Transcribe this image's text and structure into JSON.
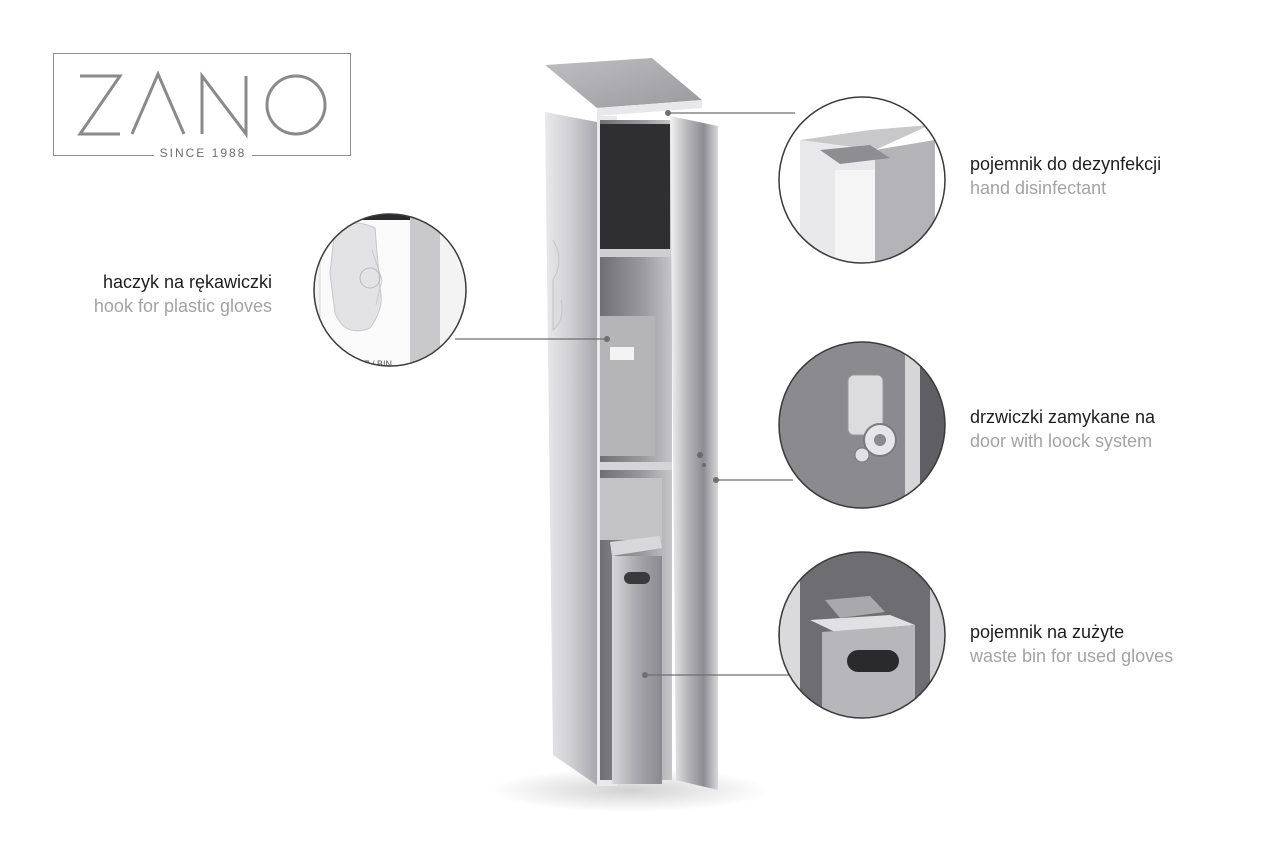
{
  "brand": {
    "logo_text": "ZANO",
    "tagline": "SINCE 1988"
  },
  "product": {
    "bin_label": "KOSZ / BIN"
  },
  "callouts": [
    {
      "id": "gloves-hook",
      "pl": "haczyk na rękawiczki",
      "en": "hook for plastic gloves",
      "icon": "glove-hook-detail"
    },
    {
      "id": "disinfectant",
      "pl": "pojemnik do dezynfekcji",
      "en": "hand disinfectant",
      "icon": "disinfectant-container-detail"
    },
    {
      "id": "door-lock",
      "pl": "drzwiczki zamykane na",
      "en": "door with loock system",
      "icon": "door-lock-detail"
    },
    {
      "id": "waste-bin",
      "pl": "pojemnik na zużyte",
      "en": "waste bin for used gloves",
      "icon": "waste-bin-detail"
    }
  ],
  "colors": {
    "text_primary": "#1e1e1e",
    "text_secondary": "#a3a3a3",
    "steel_light": "#e4e4e6",
    "steel_dark": "#7c7c80"
  }
}
